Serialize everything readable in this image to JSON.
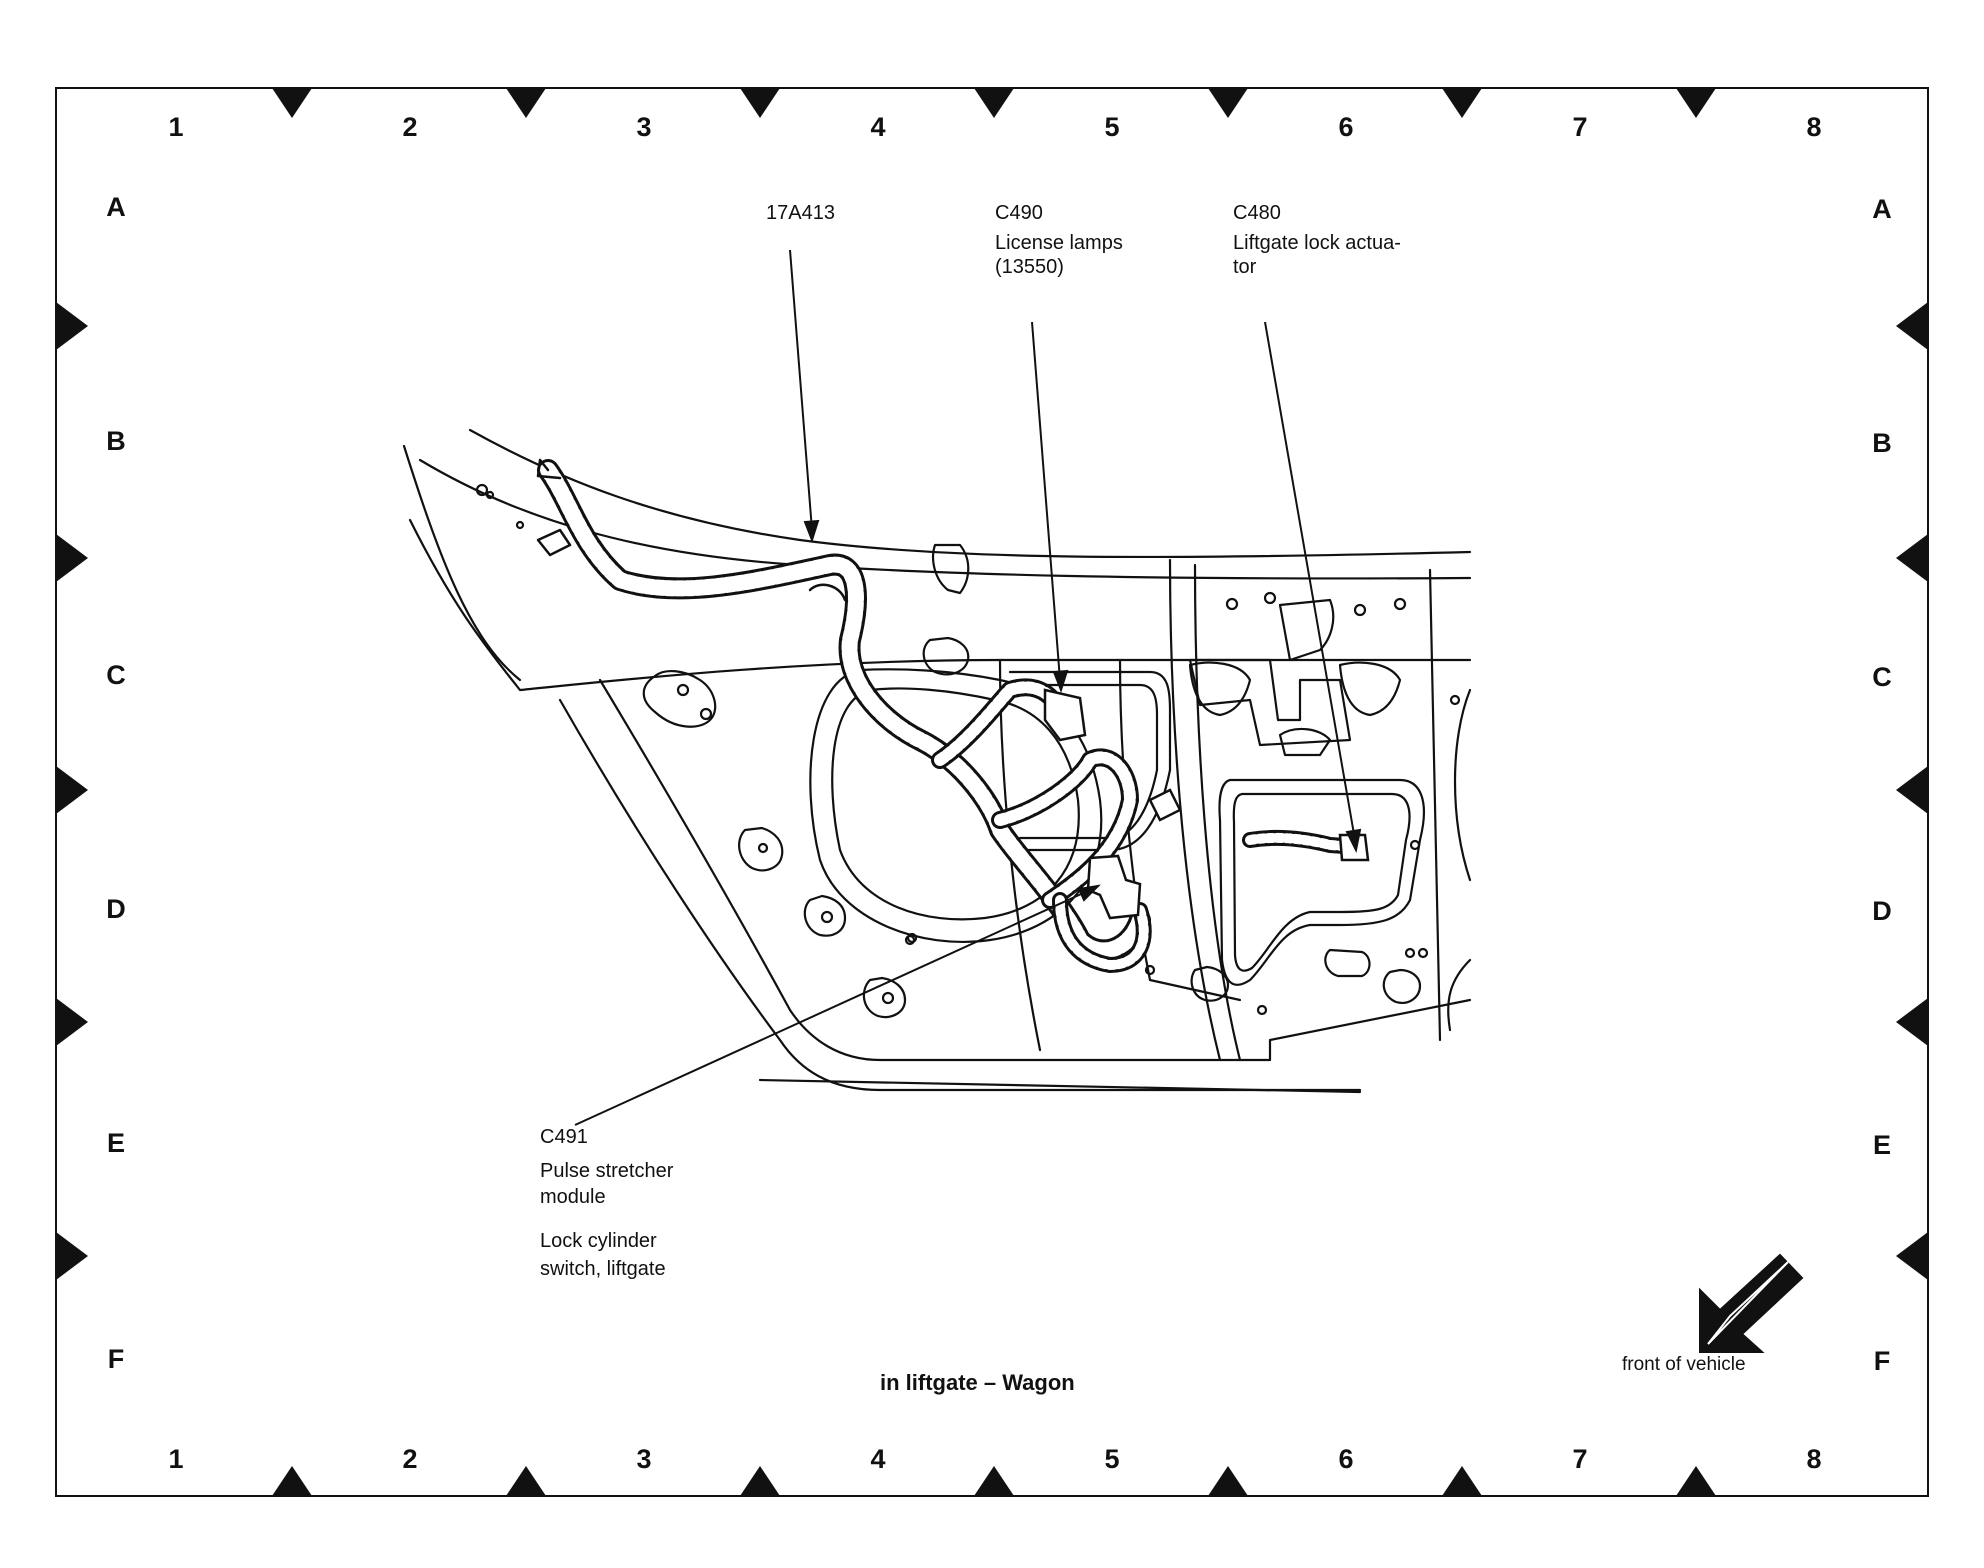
{
  "grid": {
    "columns": [
      "1",
      "2",
      "3",
      "4",
      "5",
      "6",
      "7",
      "8"
    ],
    "rows": [
      "A",
      "B",
      "C",
      "D",
      "E",
      "F"
    ]
  },
  "callouts": {
    "harness": {
      "id": "17A413"
    },
    "c490": {
      "id": "C490",
      "line1": "License lamps",
      "line2": "(13550)"
    },
    "c480": {
      "id": "C480",
      "line1": "Liftgate lock actua-",
      "line2": "tor"
    },
    "c491": {
      "id": "C491",
      "line1": "Pulse stretcher",
      "line2": "module",
      "line3": "Lock cylinder",
      "line4": "switch, liftgate"
    }
  },
  "caption": "in liftgate – Wagon",
  "orientation": {
    "label": "front of vehicle",
    "icon": "front-of-vehicle-arrow-icon"
  },
  "colors": {
    "ink": "#111111",
    "paper": "#ffffff"
  }
}
